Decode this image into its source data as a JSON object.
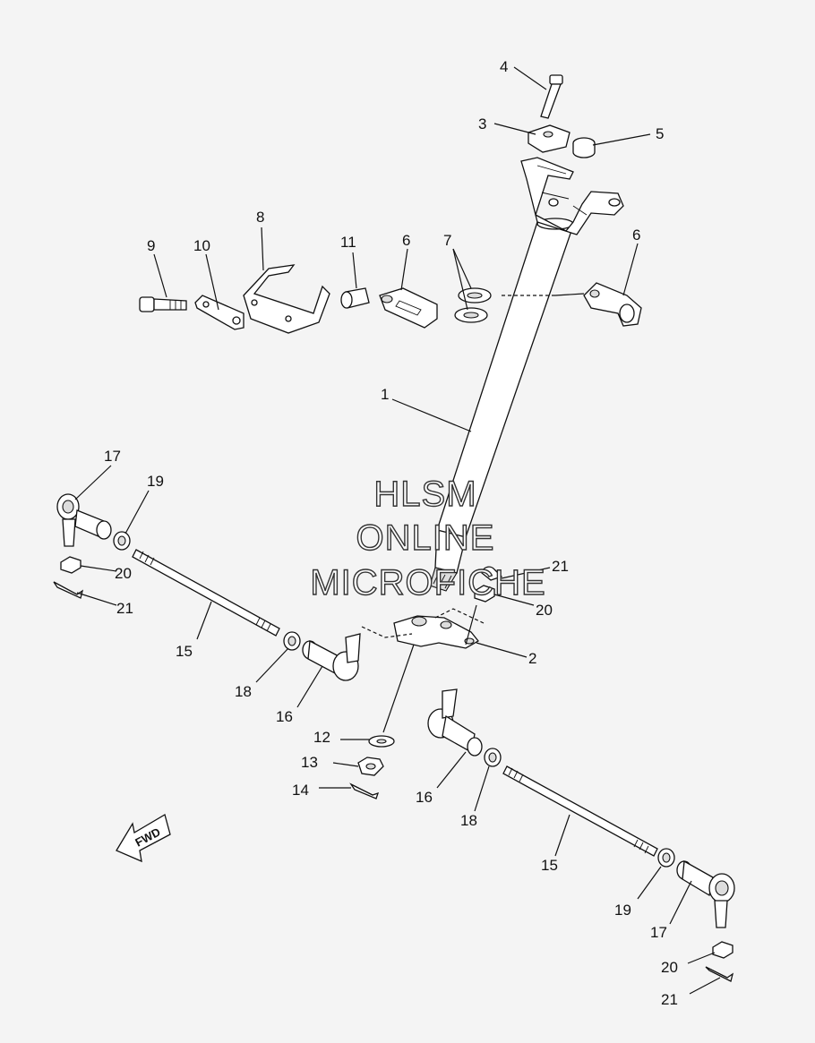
{
  "watermark": {
    "line1": "HLSM",
    "line2": "ONLINE",
    "line3": "MICROFICHE"
  },
  "fwd_arrow": {
    "label": "FWD"
  },
  "callouts": [
    {
      "id": "c1",
      "text": "1"
    },
    {
      "id": "c2",
      "text": "2"
    },
    {
      "id": "c3",
      "text": "3"
    },
    {
      "id": "c4",
      "text": "4"
    },
    {
      "id": "c5",
      "text": "5"
    },
    {
      "id": "c6a",
      "text": "6"
    },
    {
      "id": "c6b",
      "text": "6"
    },
    {
      "id": "c7",
      "text": "7"
    },
    {
      "id": "c8",
      "text": "8"
    },
    {
      "id": "c9",
      "text": "9"
    },
    {
      "id": "c10",
      "text": "10"
    },
    {
      "id": "c11",
      "text": "11"
    },
    {
      "id": "c12",
      "text": "12"
    },
    {
      "id": "c13",
      "text": "13"
    },
    {
      "id": "c14",
      "text": "14"
    },
    {
      "id": "c15a",
      "text": "15"
    },
    {
      "id": "c15b",
      "text": "15"
    },
    {
      "id": "c16a",
      "text": "16"
    },
    {
      "id": "c16b",
      "text": "16"
    },
    {
      "id": "c17a",
      "text": "17"
    },
    {
      "id": "c17b",
      "text": "17"
    },
    {
      "id": "c18a",
      "text": "18"
    },
    {
      "id": "c18b",
      "text": "18"
    },
    {
      "id": "c19a",
      "text": "19"
    },
    {
      "id": "c19b",
      "text": "19"
    },
    {
      "id": "c20a",
      "text": "20"
    },
    {
      "id": "c20b",
      "text": "20"
    },
    {
      "id": "c20c",
      "text": "20"
    },
    {
      "id": "c21a",
      "text": "21"
    },
    {
      "id": "c21b",
      "text": "21"
    },
    {
      "id": "c21c",
      "text": "21"
    }
  ]
}
